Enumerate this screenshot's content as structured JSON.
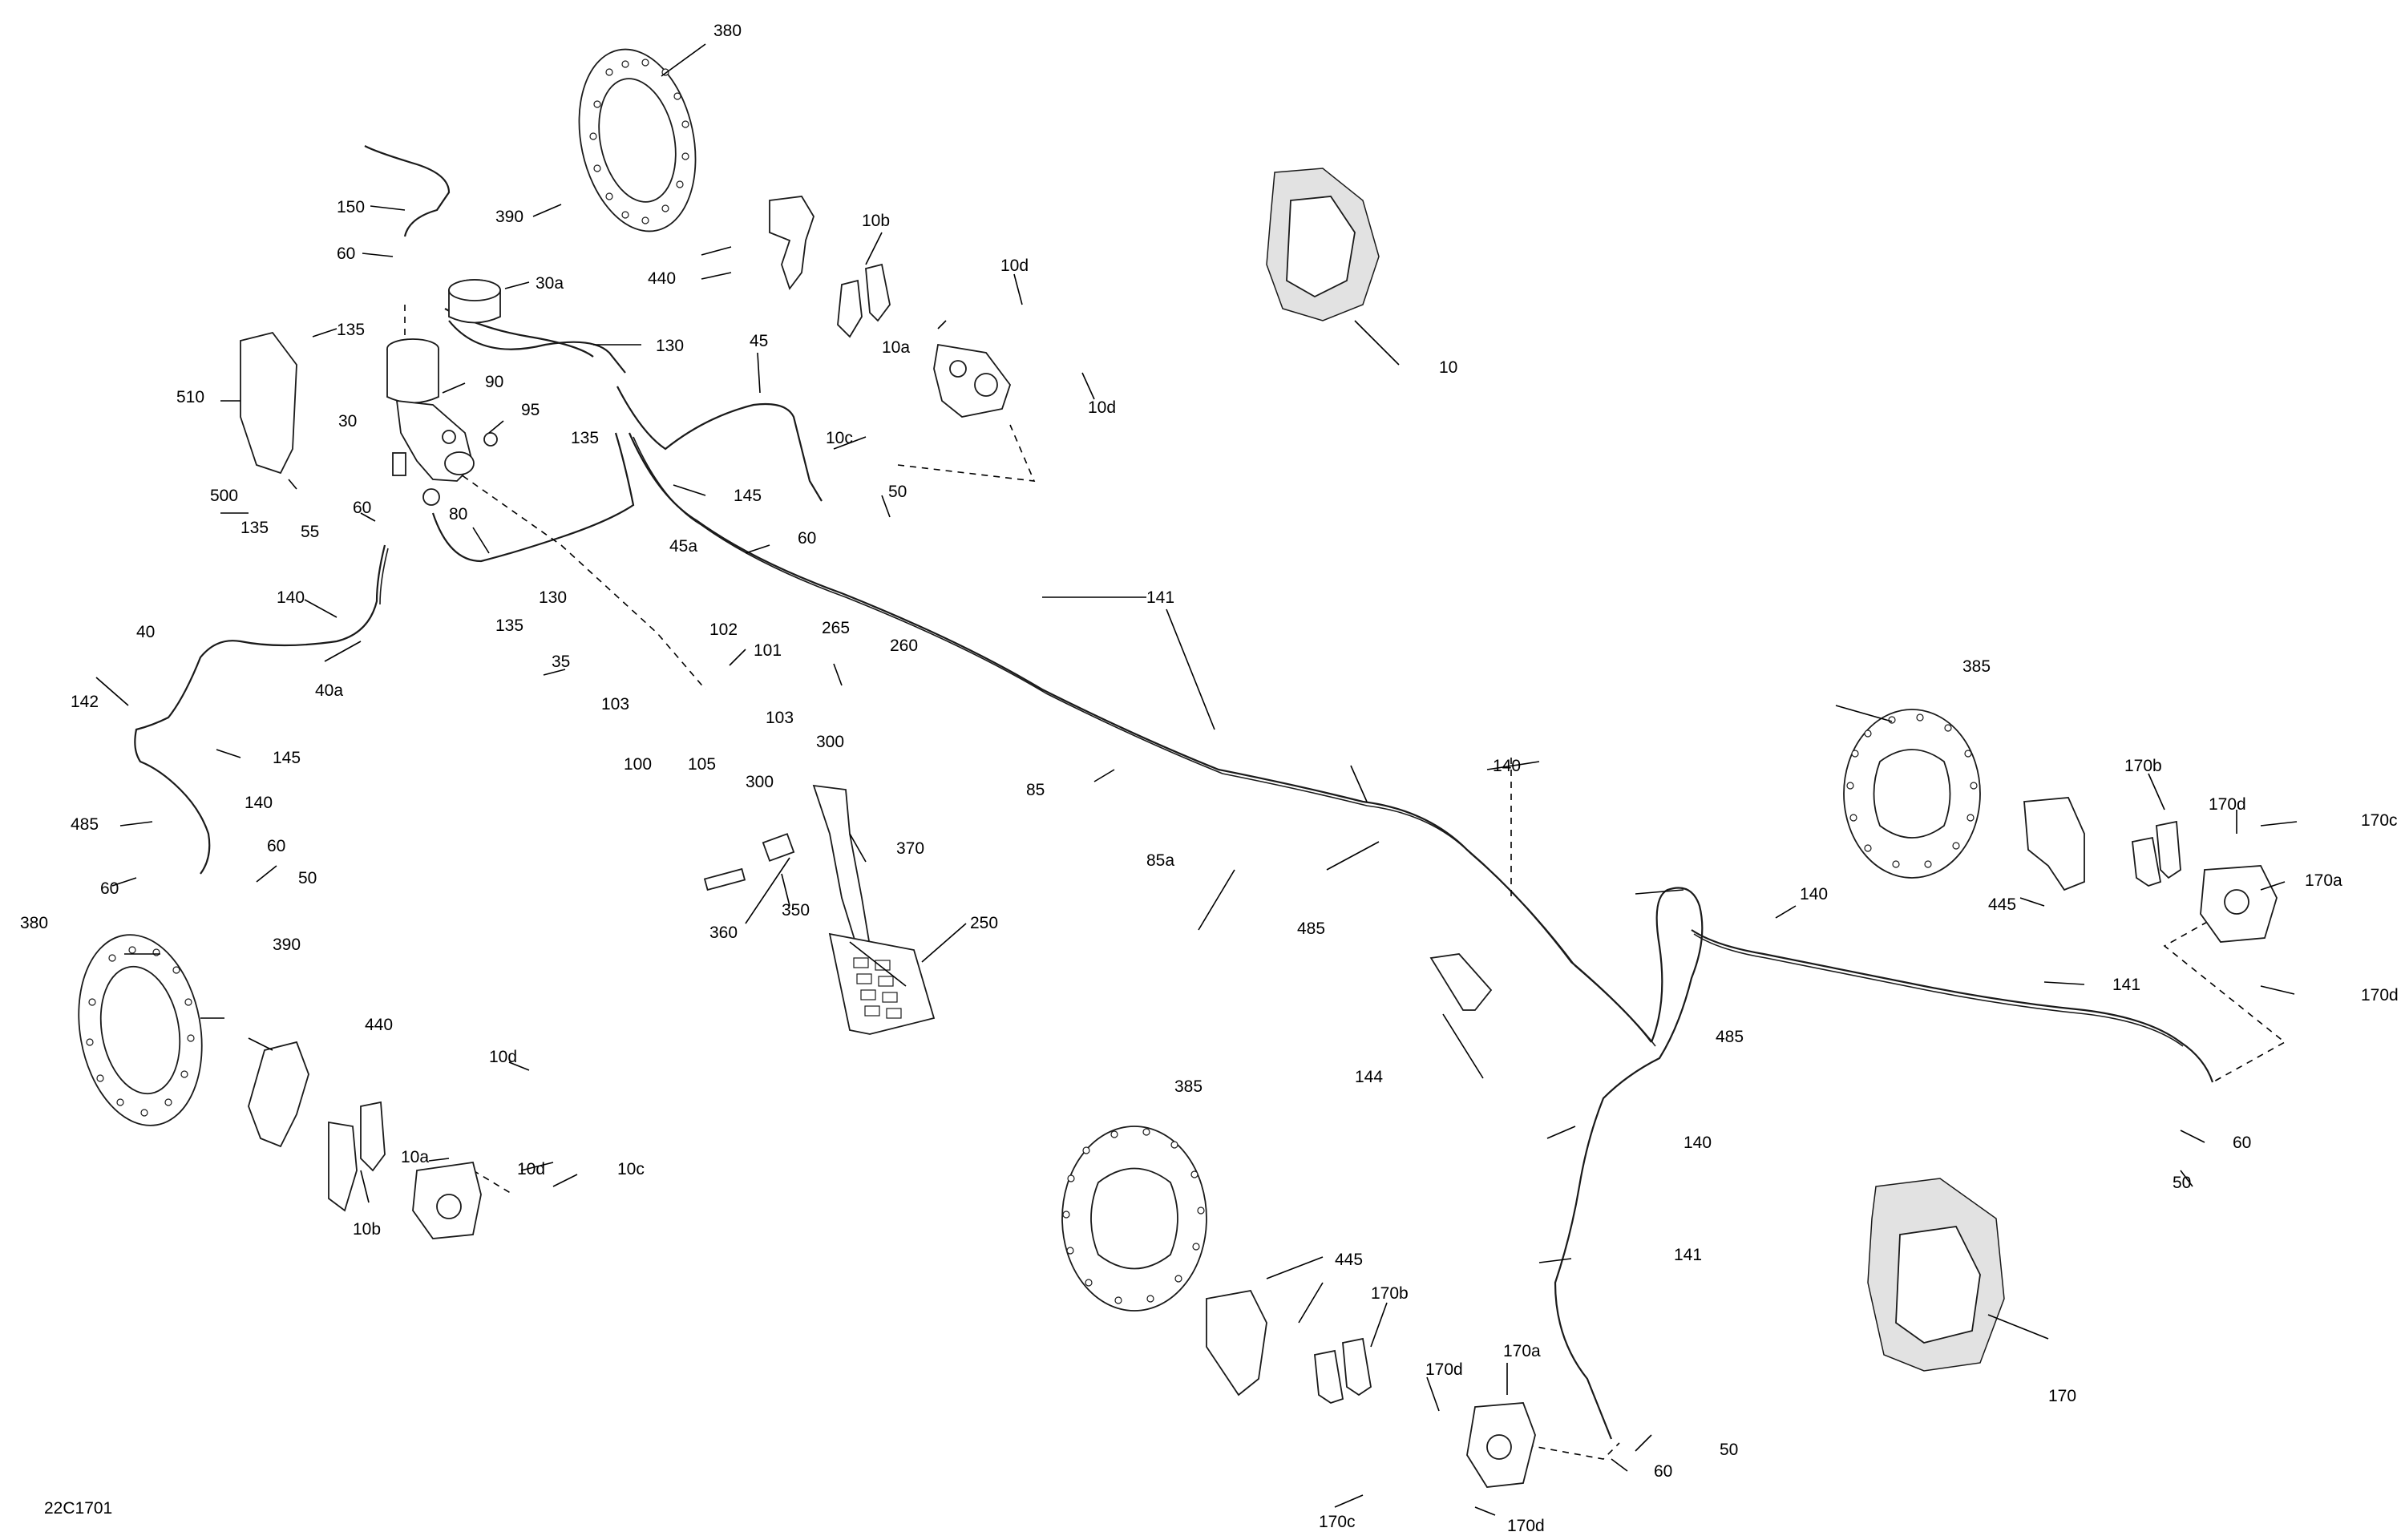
{
  "figure_code": "22C1701",
  "callouts": [
    {
      "text": "380"
    },
    {
      "text": "390"
    },
    {
      "text": "150"
    },
    {
      "text": "60"
    },
    {
      "text": "30a"
    },
    {
      "text": "440"
    },
    {
      "text": "10b"
    },
    {
      "text": "10d"
    },
    {
      "text": "10a"
    },
    {
      "text": "10"
    },
    {
      "text": "135"
    },
    {
      "text": "130"
    },
    {
      "text": "45"
    },
    {
      "text": "510"
    },
    {
      "text": "90"
    },
    {
      "text": "30"
    },
    {
      "text": "95"
    },
    {
      "text": "135"
    },
    {
      "text": "10d"
    },
    {
      "text": "10c"
    },
    {
      "text": "145"
    },
    {
      "text": "500"
    },
    {
      "text": "50"
    },
    {
      "text": "60"
    },
    {
      "text": "135"
    },
    {
      "text": "60"
    },
    {
      "text": "45a"
    },
    {
      "text": "55"
    },
    {
      "text": "80"
    },
    {
      "text": "130"
    },
    {
      "text": "135"
    },
    {
      "text": "140"
    },
    {
      "text": "141"
    },
    {
      "text": "40"
    },
    {
      "text": "102"
    },
    {
      "text": "265"
    },
    {
      "text": "260"
    },
    {
      "text": "35"
    },
    {
      "text": "101"
    },
    {
      "text": "40a"
    },
    {
      "text": "103"
    },
    {
      "text": "103"
    },
    {
      "text": "142"
    },
    {
      "text": "100"
    },
    {
      "text": "105"
    },
    {
      "text": "145"
    },
    {
      "text": "300"
    },
    {
      "text": "85"
    },
    {
      "text": "385"
    },
    {
      "text": "140"
    },
    {
      "text": "300"
    },
    {
      "text": "140"
    },
    {
      "text": "485"
    },
    {
      "text": "370"
    },
    {
      "text": "85a"
    },
    {
      "text": "60"
    },
    {
      "text": "60"
    },
    {
      "text": "50"
    },
    {
      "text": "170b"
    },
    {
      "text": "170d"
    },
    {
      "text": "170c"
    },
    {
      "text": "360"
    },
    {
      "text": "350"
    },
    {
      "text": "485"
    },
    {
      "text": "140"
    },
    {
      "text": "380"
    },
    {
      "text": "390"
    },
    {
      "text": "250"
    },
    {
      "text": "445"
    },
    {
      "text": "170a"
    },
    {
      "text": "141"
    },
    {
      "text": "170d"
    },
    {
      "text": "440"
    },
    {
      "text": "485"
    },
    {
      "text": "144"
    },
    {
      "text": "10d"
    },
    {
      "text": "385"
    },
    {
      "text": "140"
    },
    {
      "text": "60"
    },
    {
      "text": "50"
    },
    {
      "text": "10a"
    },
    {
      "text": "10d"
    },
    {
      "text": "10c"
    },
    {
      "text": "10b"
    },
    {
      "text": "445"
    },
    {
      "text": "141"
    },
    {
      "text": "170b"
    },
    {
      "text": "170"
    },
    {
      "text": "170d"
    },
    {
      "text": "170a"
    },
    {
      "text": "50"
    },
    {
      "text": "60"
    },
    {
      "text": "170c"
    },
    {
      "text": "170d"
    }
  ]
}
